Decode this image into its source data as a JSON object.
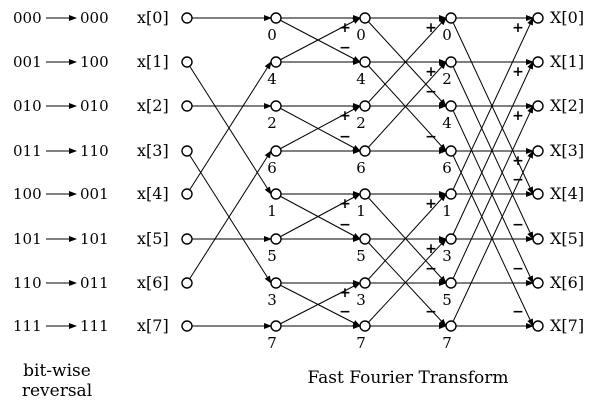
{
  "bit_reversal": {
    "rows": [
      {
        "input": "000",
        "output": "000"
      },
      {
        "input": "001",
        "output": "100"
      },
      {
        "input": "010",
        "output": "010"
      },
      {
        "input": "011",
        "output": "110"
      },
      {
        "input": "100",
        "output": "001"
      },
      {
        "input": "101",
        "output": "101"
      },
      {
        "input": "110",
        "output": "011"
      },
      {
        "input": "111",
        "output": "111"
      }
    ],
    "caption_line1": "bit-wise",
    "caption_line2": "reversal"
  },
  "inputs": [
    "x[0]",
    "x[1]",
    "x[2]",
    "x[3]",
    "x[4]",
    "x[5]",
    "x[6]",
    "x[7]"
  ],
  "outputs": [
    "X[0]",
    "X[1]",
    "X[2]",
    "X[3]",
    "X[4]",
    "X[5]",
    "X[6]",
    "X[7]"
  ],
  "stages": [
    {
      "labels": [
        "0",
        "4",
        "2",
        "6",
        "1",
        "5",
        "3",
        "7"
      ],
      "signs": [
        "+",
        "−",
        "+",
        "−",
        "+",
        "−",
        "+",
        "−"
      ]
    },
    {
      "labels": [
        "0",
        "4",
        "2",
        "6",
        "1",
        "5",
        "3",
        "7"
      ],
      "signs": [
        "+",
        "+",
        "−",
        "−",
        "+",
        "+",
        "−",
        "−"
      ]
    },
    {
      "labels": [
        "0",
        "2",
        "4",
        "6",
        "1",
        "3",
        "5",
        "7"
      ],
      "signs": [
        "+",
        "+",
        "+",
        "+",
        "−",
        "−",
        "−",
        "−"
      ]
    }
  ],
  "caption": "Fast Fourier Transform",
  "colors": {
    "ink": "#000000",
    "background": "#ffffff"
  }
}
